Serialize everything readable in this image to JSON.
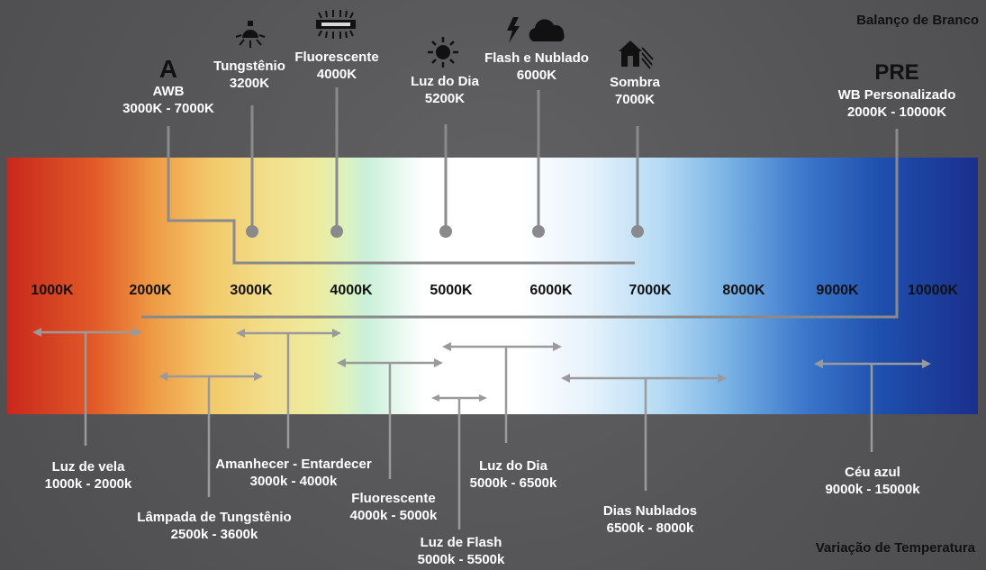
{
  "header": {
    "title": "Balanço de Branco"
  },
  "footer": {
    "title": "Variação de Temperatura"
  },
  "presets": [
    {
      "symbol": "A",
      "name": "AWB",
      "range": "3000K - 7000K",
      "icon": "auto-icon"
    },
    {
      "name": "Tungstênio",
      "range": "3200K",
      "icon": "bulb-icon"
    },
    {
      "name": "Fluorescente",
      "range": "4000K",
      "icon": "fluorescent-lamp-icon"
    },
    {
      "name": "Luz do Dia",
      "range": "5200K",
      "icon": "sun-icon"
    },
    {
      "name": "Flash e Nublado",
      "range": "6000K",
      "icon": "flash-cloud-icon"
    },
    {
      "name": "Sombra",
      "range": "7000K",
      "icon": "shade-house-icon"
    },
    {
      "symbol": "PRE",
      "name": "WB Personalizado",
      "range": "2000K - 10000K"
    }
  ],
  "scale": [
    "1000K",
    "2000K",
    "3000K",
    "4000K",
    "5000K",
    "6000K",
    "7000K",
    "8000K",
    "9000K",
    "10000K"
  ],
  "sources": [
    {
      "name": "Luz de vela",
      "range": "1000k - 2000k"
    },
    {
      "name": "Lâmpada de Tungstênio",
      "range": "2500k - 3600k"
    },
    {
      "name": "Amanhecer - Entardecer",
      "range": "3000k - 4000k"
    },
    {
      "name": "Fluorescente",
      "range": "4000k - 5000k"
    },
    {
      "name": "Luz de Flash",
      "range": "5000k - 5500k"
    },
    {
      "name": "Luz do Dia",
      "range": "5000k - 6500k"
    },
    {
      "name": "Dias Nublados",
      "range": "6500k - 8000k"
    },
    {
      "name": "Céu azul",
      "range": "9000k - 15000k"
    }
  ],
  "colors": {
    "warm": "#c8281c",
    "cool": "#1a2f8c",
    "line": "#8a8a8c",
    "text": "#111111"
  }
}
